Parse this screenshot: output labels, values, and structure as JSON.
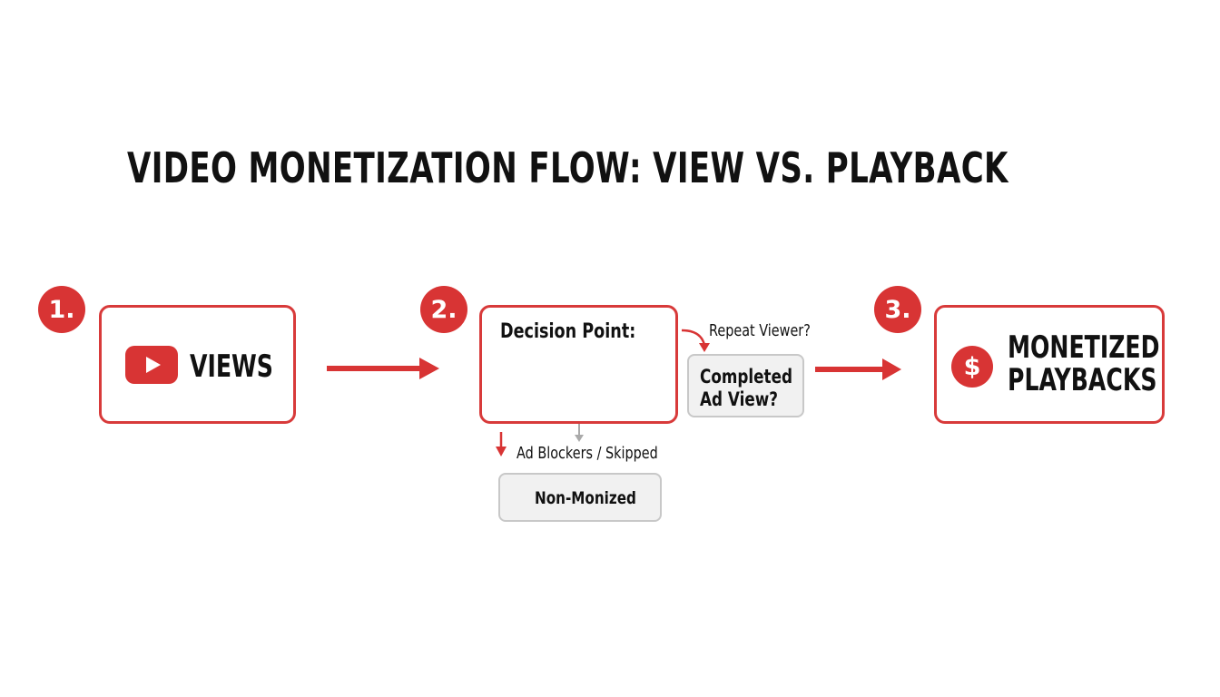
{
  "title": "VIDEO MONETIZATION FLOW: VIEW VS. PLAYBACK",
  "steps": [
    {
      "number": "1.",
      "label": "VIEWS",
      "icon": "youtube-play-icon"
    },
    {
      "number": "2.",
      "label": "Decision Point:",
      "icon": "curved-arrow-icon"
    },
    {
      "number": "3.",
      "label_line1": "MONETIZED",
      "label_line2": "PLAYBACKS",
      "icon": "dollar-icon"
    }
  ],
  "branches": {
    "repeat_viewer": "Repeat Viewer?",
    "completed_line1": "Completed",
    "completed_line2": "Ad View?",
    "ad_blockers": "Ad Blockers / Skipped",
    "non_monetized": "Non-Monized"
  },
  "colors": {
    "accent": "#d83434",
    "box_border": "#d83a3a",
    "grey_fill": "#f1f1f1",
    "grey_border": "#c8c8c8",
    "text": "#111111"
  }
}
